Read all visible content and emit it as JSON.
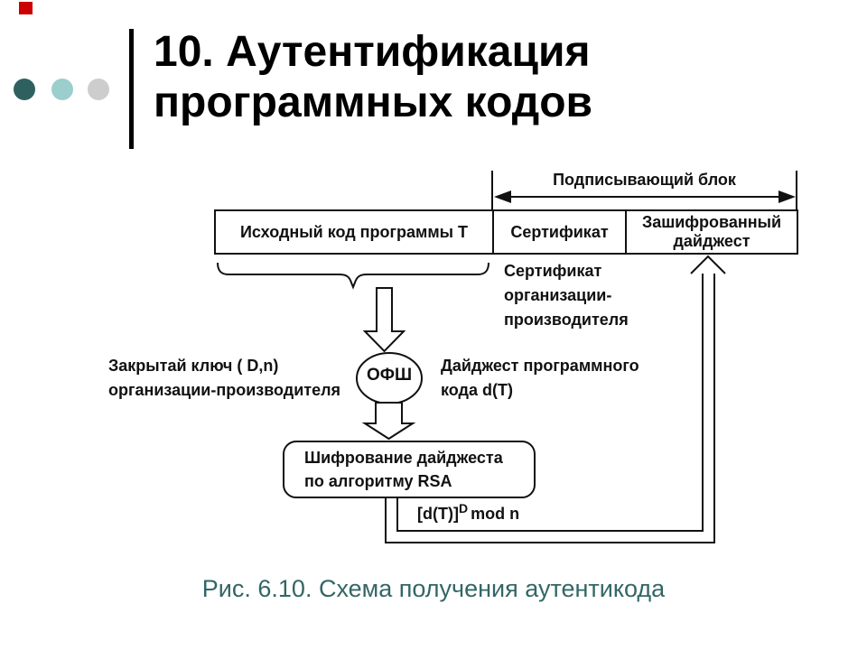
{
  "slide": {
    "title": "10. Аутентификация программных кодов",
    "caption": "Рис. 6.10. Схема получения аутентикода"
  },
  "decor": {
    "red_square_color": "#cc0000",
    "bullet_colors": [
      "#2f6060",
      "#9ccece",
      "#cdcdcd"
    ],
    "caption_color": "#336666"
  },
  "diagram": {
    "signing_block": "Подписывающий блок",
    "source_code_box": "Исходный код программы Т",
    "certificate_box": "Сертификат",
    "encrypted_digest_box": "Зашифрованный дайджест",
    "manufacturer_cert_label": [
      "Сертификат",
      "организации-",
      "производителя"
    ],
    "private_key_label": [
      "Закрытай ключ ( D,n)",
      "организации-производителя"
    ],
    "digest_label": [
      "Дайджест программного",
      "кода d(T)"
    ],
    "hash_circle": "ОФШ",
    "rsa_box": [
      "Шифрование дайджеста",
      "по алгоритму RSA"
    ],
    "formula": {
      "base": "[d(T)]",
      "sup": "D",
      "rest": "mod n"
    }
  }
}
